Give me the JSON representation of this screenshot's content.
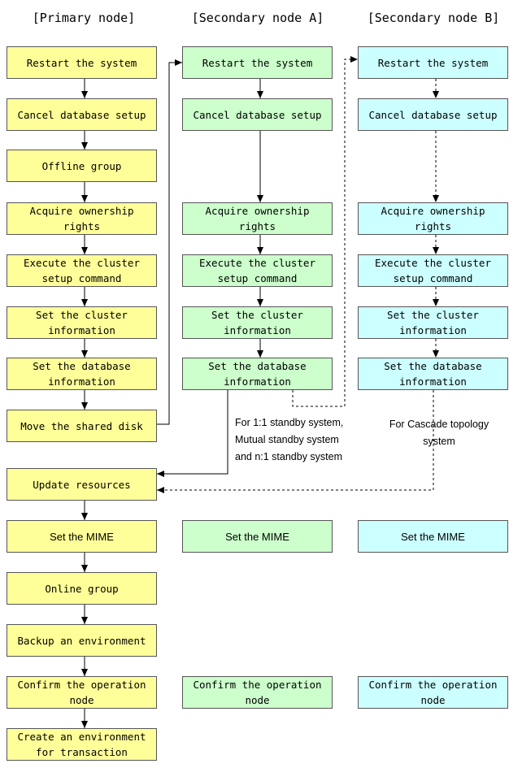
{
  "columns": {
    "primary": "[Primary node]",
    "secondary_a": "[Secondary node A]",
    "secondary_b": "[Secondary node B]"
  },
  "primary_steps": [
    "Restart the system",
    "Cancel database setup",
    "Offline group",
    "Acquire ownership\nrights",
    "Execute the cluster\nsetup command",
    "Set the cluster\ninformation",
    "Set the database\ninformation",
    "Move the shared disk",
    "Update resources",
    "Set the MIME",
    "Online group",
    "Backup an environment",
    "Confirm the operation\nnode",
    "Create an environment\nfor transaction"
  ],
  "secondary_a_steps": [
    "Restart the system",
    "Cancel database setup",
    "Acquire ownership\nrights",
    "Execute the cluster\nsetup command",
    "Set the cluster\ninformation",
    "Set the database\ninformation",
    "Set the MIME",
    "Confirm the operation\nnode"
  ],
  "secondary_b_steps": [
    "Restart the system",
    "Cancel database setup",
    "Acquire ownership\nrights",
    "Execute the cluster\nsetup command",
    "Set the cluster\ninformation",
    "Set the database\ninformation",
    "Set the MIME",
    "Confirm the operation\nnode"
  ],
  "notes": {
    "standby": "For 1:1 standby system,\nMutual standby system\nand n:1 standby system",
    "cascade": "For Cascade topology\nsystem"
  },
  "colors": {
    "primary_fill": "#ffff99",
    "secondary_a_fill": "#ccffcc",
    "secondary_b_fill": "#ccffff",
    "border": "#555555",
    "arrow": "#000000"
  }
}
